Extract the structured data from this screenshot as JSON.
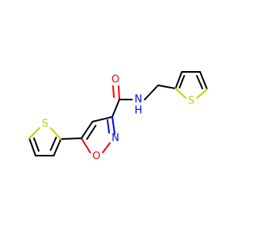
{
  "colors": {
    "carbon_bond": "#000000",
    "oxygen": "#ff0000",
    "nitrogen": "#0000ff",
    "sulfur": "#cccc00",
    "background": "#ffffff"
  },
  "labels": {
    "carbonyl_oxygen": "O",
    "amide_nitrogen": "N",
    "amide_hydrogen": "H",
    "isoxazole_nitrogen": "N",
    "isoxazole_oxygen": "O",
    "thiophene_sulfur_right": "S",
    "thiophene_sulfur_left": "S"
  }
}
